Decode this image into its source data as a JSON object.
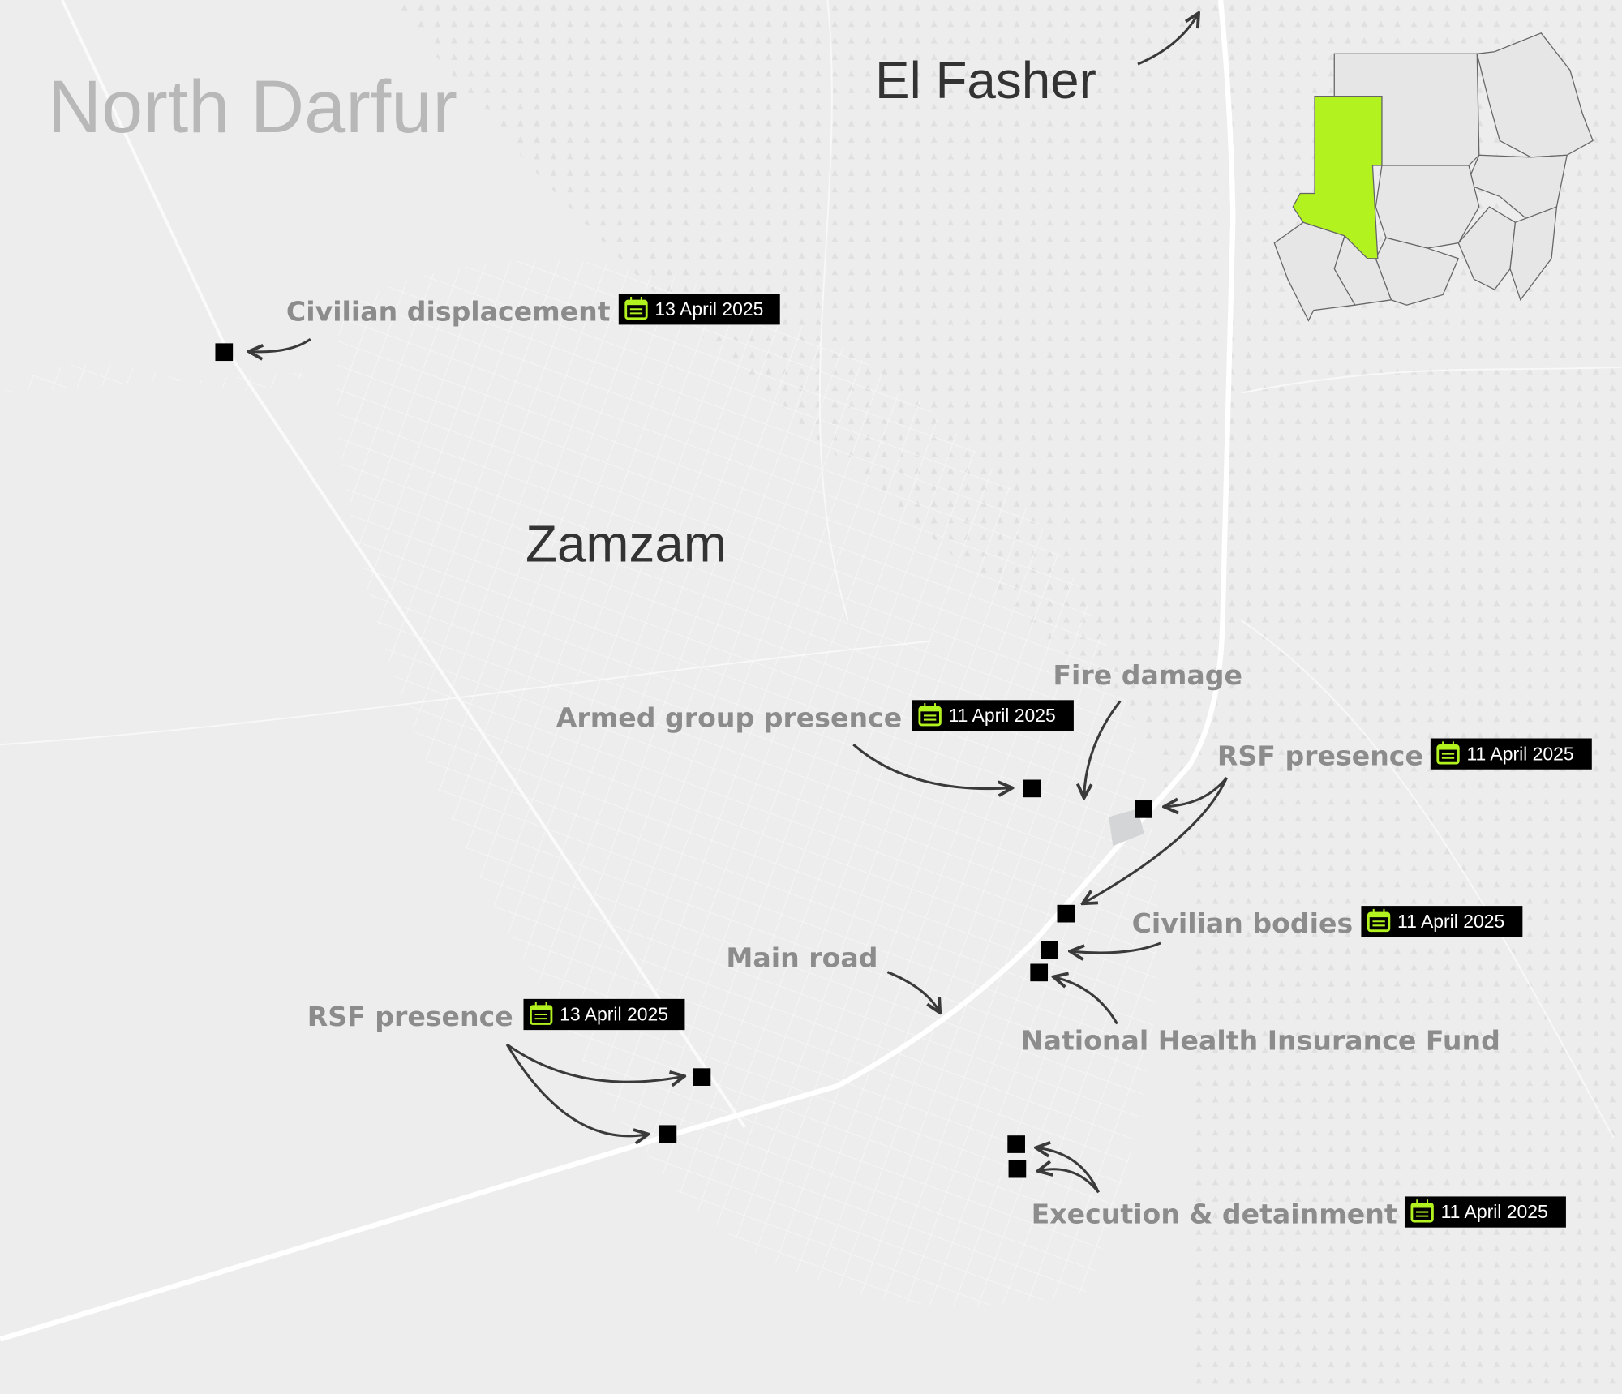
{
  "map": {
    "region_label": "North Darfur",
    "city_label": "El Fasher",
    "camp_label": "Zamzam",
    "road_label": "Main road",
    "fire_label": "Fire damage",
    "facility_label": "National Health Insurance Fund",
    "accent_color": "#b2f21f",
    "events": [
      {
        "label": "Civilian displacement",
        "date": "13 April 2025"
      },
      {
        "label": "Armed group presence",
        "date": "11 April 2025"
      },
      {
        "label": "RSF presence",
        "date": "11 April 2025"
      },
      {
        "label": "Civilian bodies",
        "date": "11 April 2025"
      },
      {
        "label": "RSF presence",
        "date": "13 April 2025"
      },
      {
        "label": "Execution & detainment",
        "date": "11 April 2025"
      }
    ]
  }
}
